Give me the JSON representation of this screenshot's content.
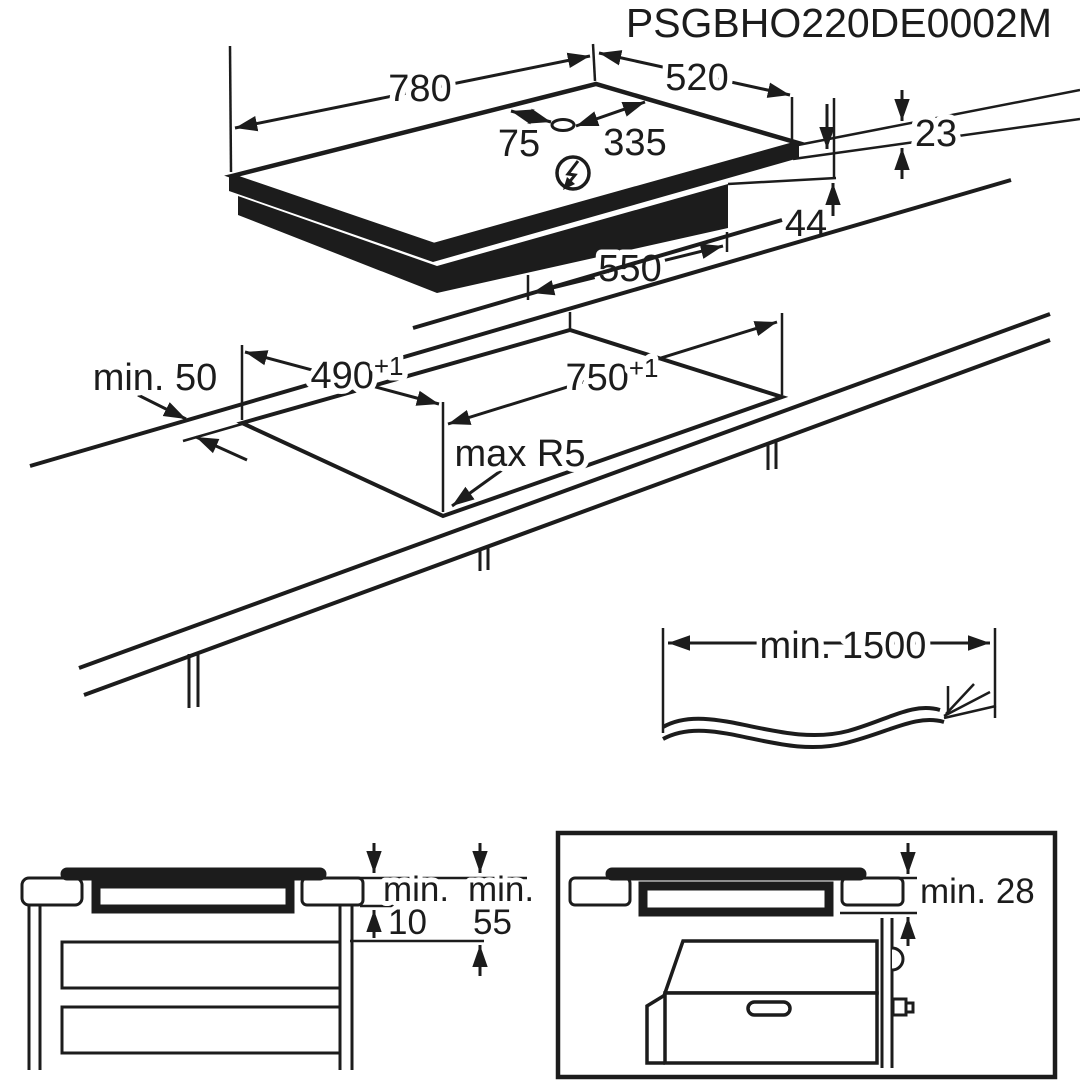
{
  "title": "PSGBHO220DE0002M",
  "colors": {
    "ink": "#1c1c1c",
    "background": "#ffffff"
  },
  "hob_isometric_view": {
    "glass_width": "780",
    "glass_depth": "520",
    "cable_gland_from_left_edge": "75",
    "cable_gland_from_right_edge": "335",
    "height_above_worktop": "23",
    "height_below_worktop": "44",
    "body_width": "550",
    "power_symbol": "lightning-bolt-in-circle"
  },
  "worktop_cutout_view": {
    "front_clearance": "min. 50",
    "cutout_depth": "490",
    "cutout_depth_tolerance": "+1",
    "cutout_width": "750",
    "cutout_width_tolerance": "+1",
    "corner_radius": "max R5"
  },
  "power_cable": {
    "min_length": "min. 1500"
  },
  "drawer_installation_view": {
    "gap_label": "min.",
    "gap_value": "10",
    "clearance_label": "min.",
    "clearance_value": "55"
  },
  "oven_installation_view": {
    "clearance": "min. 28"
  }
}
